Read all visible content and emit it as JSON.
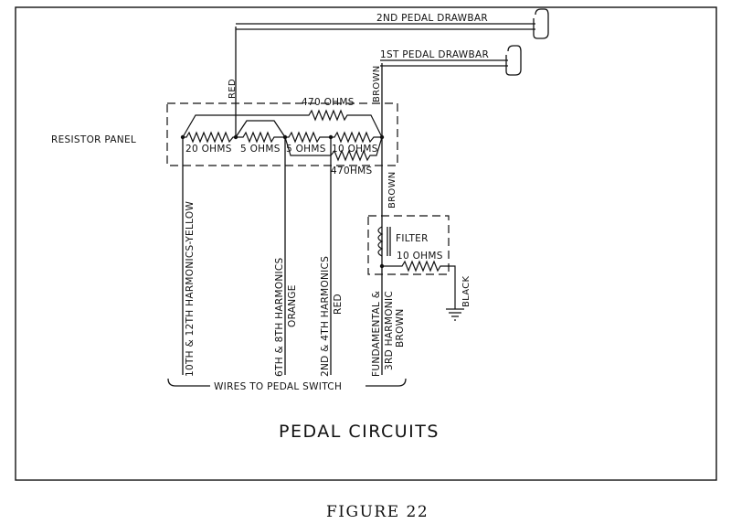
{
  "figure_caption": "FIGURE 22",
  "diagram_title": "PEDAL CIRCUITS",
  "drawbars": {
    "second": "2ND PEDAL DRAWBAR",
    "first": "1ST PEDAL DRAWBAR"
  },
  "resistor_panel": {
    "label": "RESISTOR PANEL",
    "top_resistor": "470 OHMS",
    "bottom_resistor": "470HMS",
    "chain": [
      "20 OHMS",
      "5 OHMS",
      "5 OHMS",
      "10 OHMS"
    ]
  },
  "wire_colors": {
    "red_top": "RED",
    "brown_top": "BROWN",
    "brown_mid": "BROWN",
    "black": "BLACK"
  },
  "filter": {
    "label": "FILTER",
    "resistor": "10 OHMS"
  },
  "pedal_wires": [
    {
      "line1": "10TH & 12TH HARMONICS-YELLOW",
      "line2": ""
    },
    {
      "line1": "6TH & 8TH HARMONICS",
      "line2": "ORANGE"
    },
    {
      "line1": "2ND & 4TH HARMONICS",
      "line2": "RED"
    },
    {
      "line1": "FUNDAMENTAL &",
      "line2": "3RD HARMONIC",
      "line3": "BROWN"
    }
  ],
  "bracket_label": "WIRES TO PEDAL SWITCH"
}
